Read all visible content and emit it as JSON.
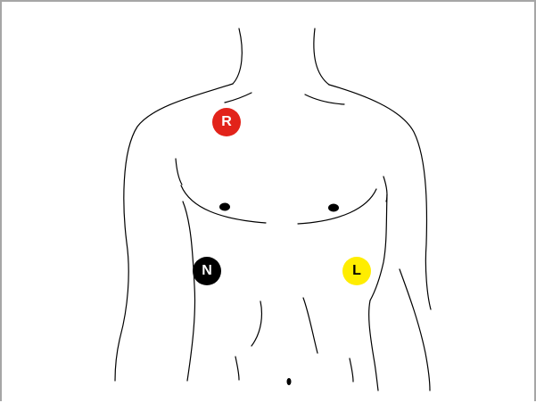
{
  "electrodes": [
    {
      "id": "r",
      "label": "R",
      "color": "#e2231a",
      "text_color": "#ffffff"
    },
    {
      "id": "n",
      "label": "N",
      "color": "#000000",
      "text_color": "#ffffff"
    },
    {
      "id": "l",
      "label": "L",
      "color": "#ffed00",
      "text_color": "#000000"
    }
  ],
  "frame_color": "#a6a6a6",
  "line_color": "#000000"
}
